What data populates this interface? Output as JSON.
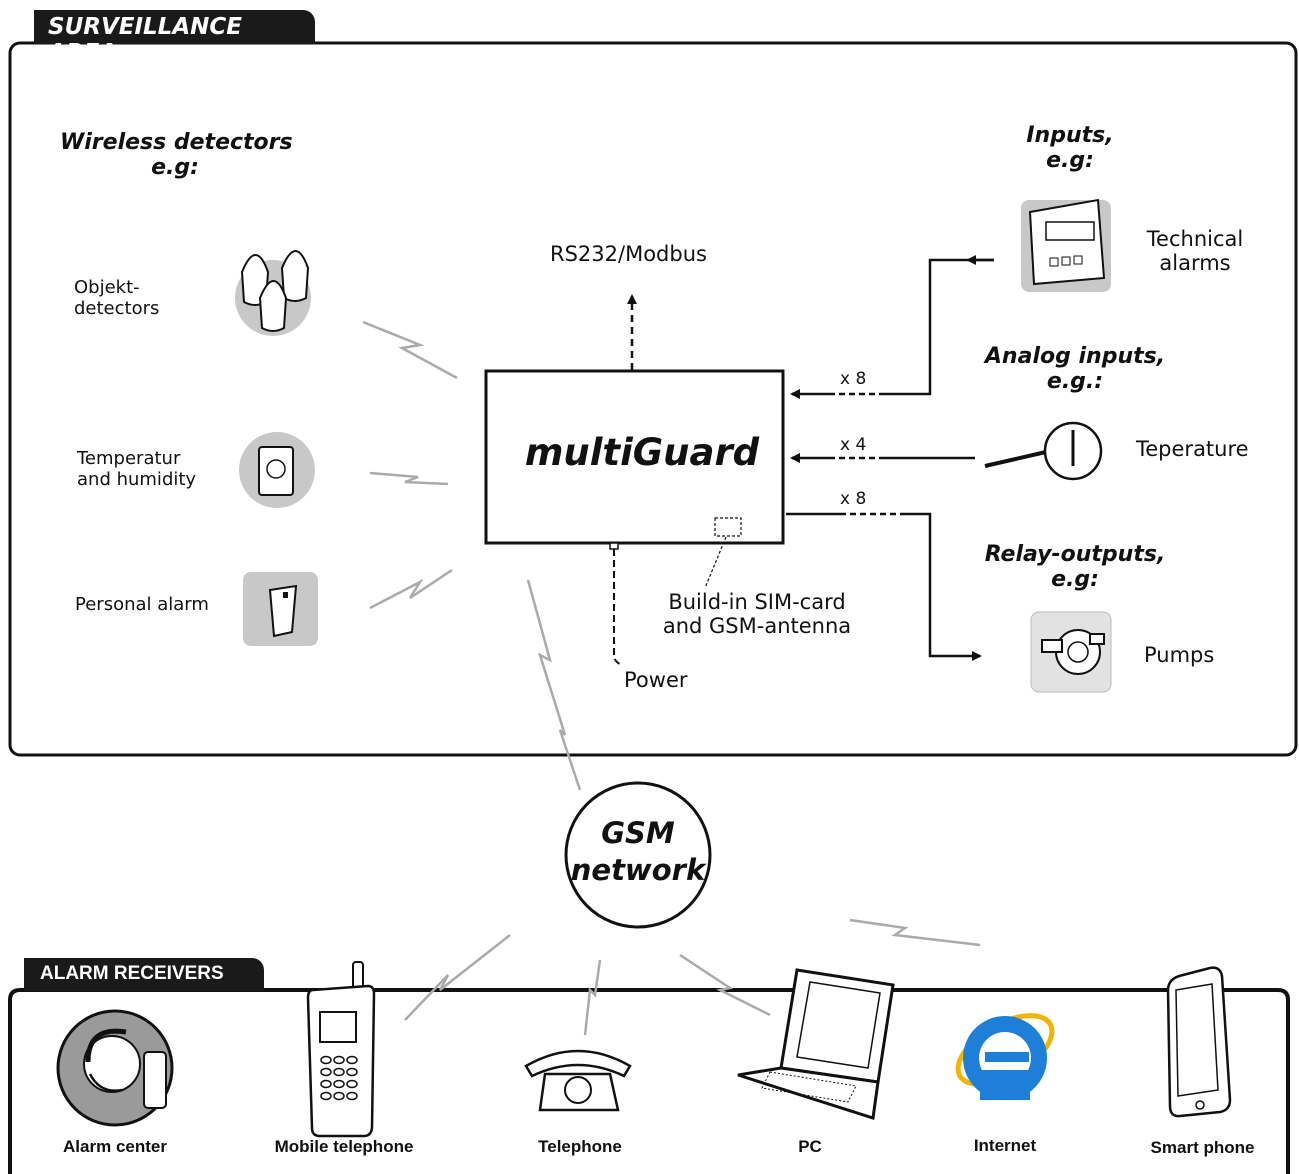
{
  "surveillance": {
    "tab": "SURVEILLANCE AREA",
    "wireless_title": [
      "Wireless detectors",
      "e.g:"
    ],
    "detectors": [
      {
        "label": [
          "Objekt-",
          "detectors"
        ],
        "icon": "object-detectors-icon"
      },
      {
        "label": [
          "Temperatur",
          "and humidity"
        ],
        "icon": "temperature-humidity-sensor-icon"
      },
      {
        "label": [
          "Personal alarm"
        ],
        "icon": "personal-alarm-icon"
      }
    ],
    "device": "multiGuard",
    "rs232": "RS232/Modbus",
    "power": "Power",
    "sim": [
      "Build-in SIM-card",
      "and GSM-antenna"
    ],
    "inputs_title": [
      "Inputs,",
      "e.g:"
    ],
    "inputs_item": [
      "Technical",
      "alarms"
    ],
    "inputs_count": "x 8",
    "analog_title": [
      "Analog inputs,",
      "e.g.:"
    ],
    "analog_item": "Teperature",
    "analog_count": "x 4",
    "relay_title": [
      "Relay-outputs,",
      "e.g:"
    ],
    "relay_item": "Pumps",
    "relay_count": "x 8"
  },
  "gsm": [
    "GSM",
    "network"
  ],
  "receivers": {
    "tab": "ALARM RECEIVERS",
    "items": [
      {
        "label": "Alarm center",
        "icon": "alarm-center-operator-icon"
      },
      {
        "label": "Mobile telephone",
        "icon": "mobile-telephone-icon"
      },
      {
        "label": "Telephone",
        "icon": "telephone-icon"
      },
      {
        "label": "PC",
        "icon": "laptop-icon"
      },
      {
        "label": "Internet",
        "icon": "internet-explorer-icon"
      },
      {
        "label": "Smart phone",
        "icon": "smart-phone-icon"
      }
    ]
  },
  "colors": {
    "line": "#111111",
    "icon_bg": "#c8c8c8",
    "signal": "#b8b8b8",
    "ie_blue": "#1e7fd8"
  }
}
